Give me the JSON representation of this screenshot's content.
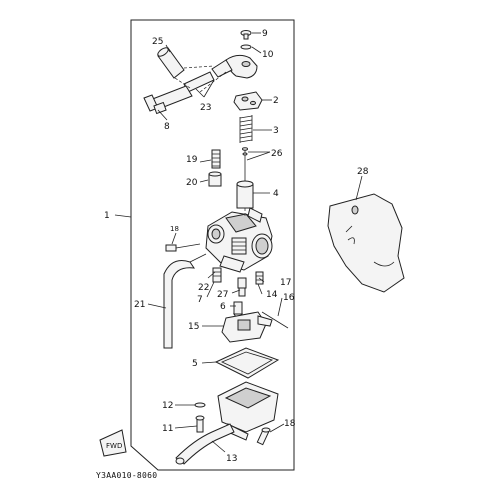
{
  "figure_code": "Y3AA010-8060",
  "direction_mark": "FWD",
  "callouts": {
    "c1": "1",
    "c2": "2",
    "c3": "3",
    "c4": "4",
    "c5": "5",
    "c6": "6",
    "c7": "7",
    "c8": "8",
    "c9": "9",
    "c10": "10",
    "c11": "11",
    "c12": "12",
    "c13": "13",
    "c14": "14",
    "c15": "15",
    "c16": "16",
    "c17": "17",
    "c18a": "18",
    "c18b": "18",
    "c19": "19",
    "c20": "20",
    "c21": "21",
    "c22": "22",
    "c23": "23",
    "c25": "25",
    "c26": "26",
    "c27": "27",
    "c28": "28"
  }
}
